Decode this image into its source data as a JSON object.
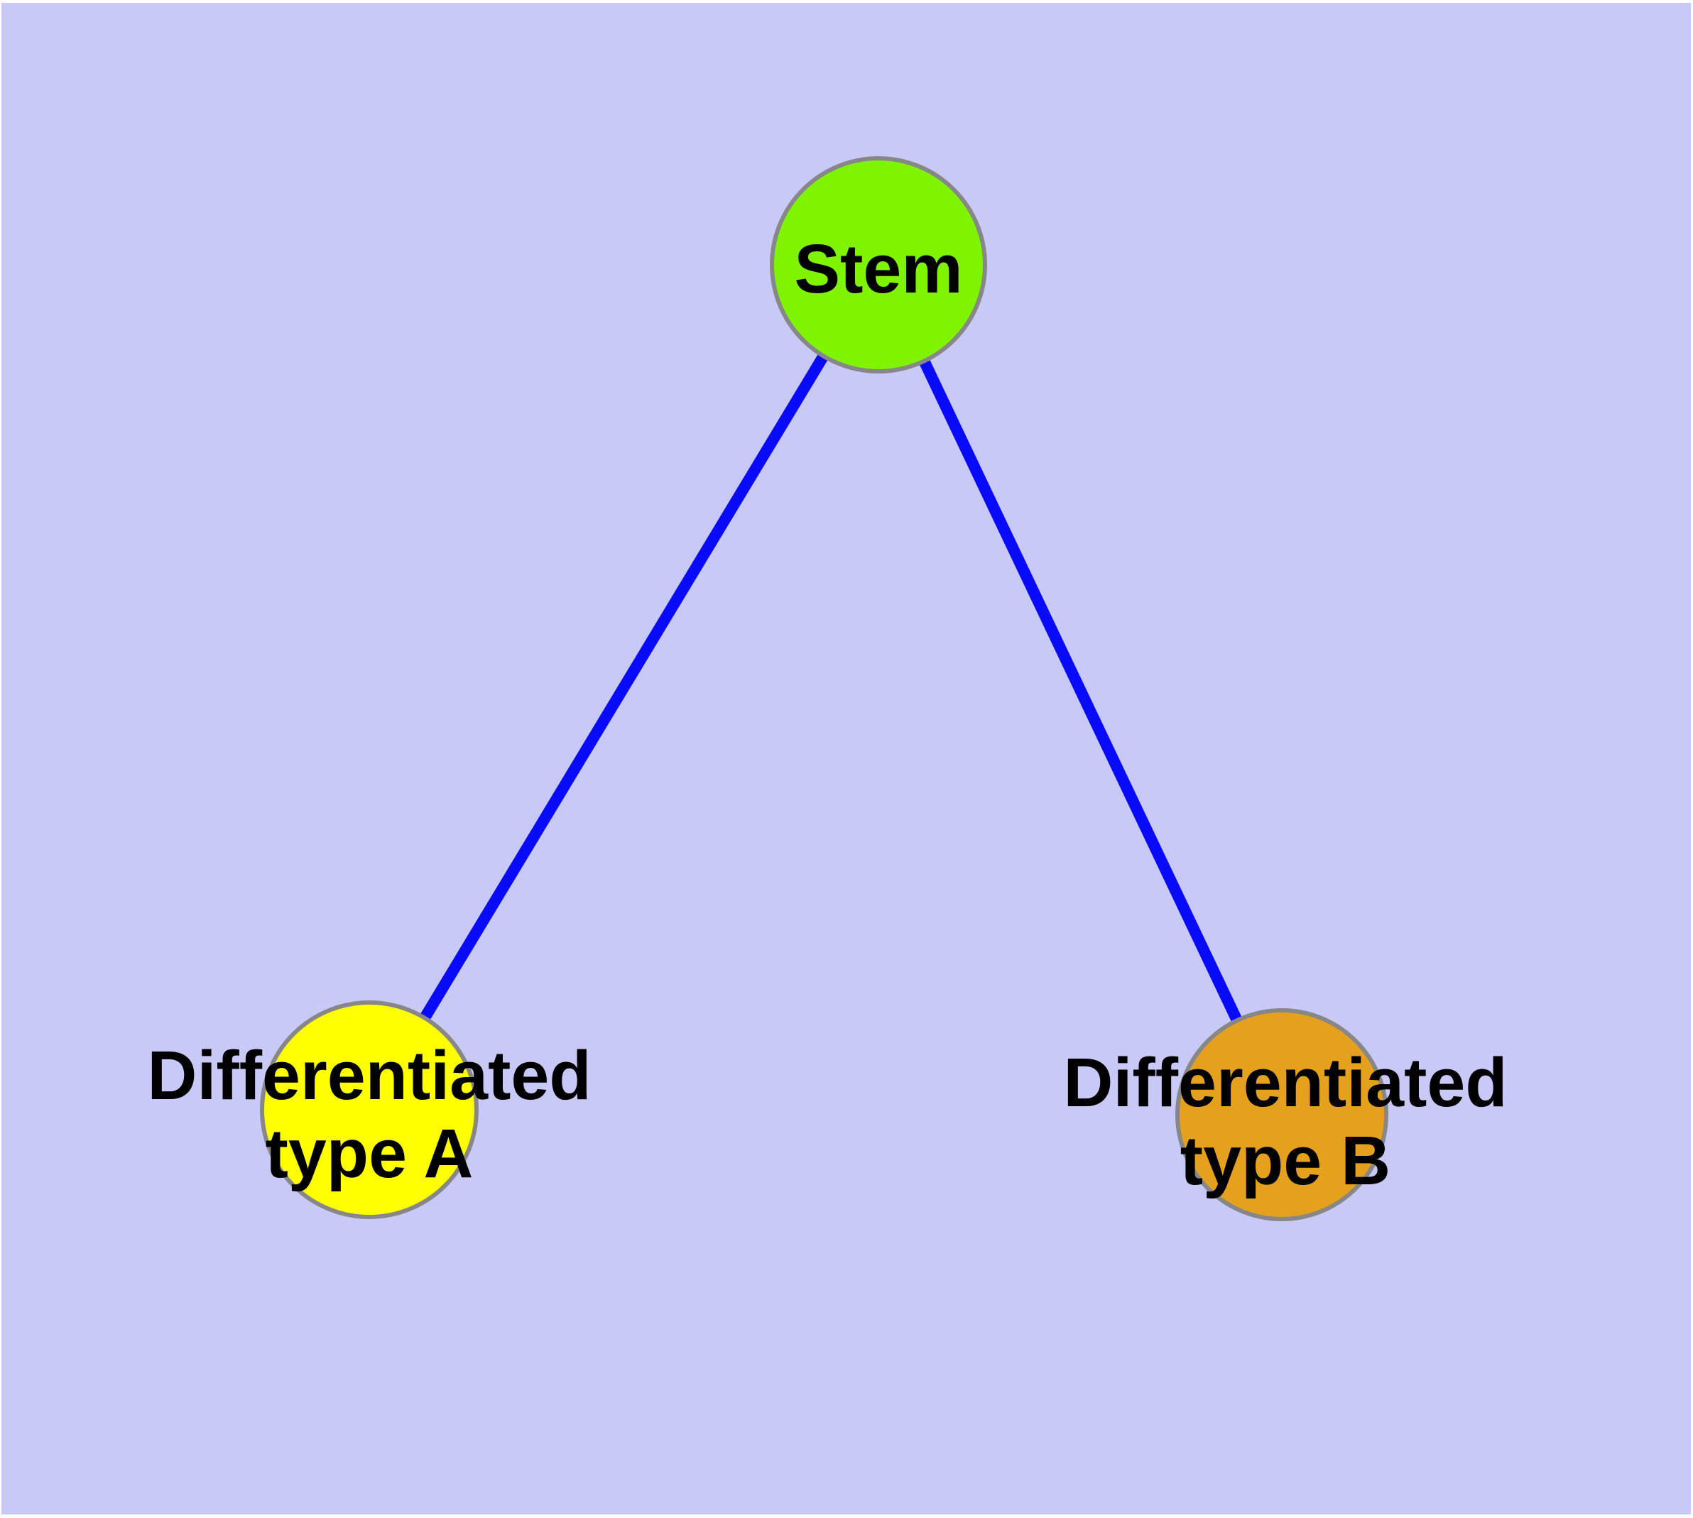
{
  "diagram": {
    "background_color": "#c9c9f8",
    "margin_color": "#ffffff",
    "node_border_color": "#878787",
    "edge_color": "#0a0afa",
    "label_color": "#000000",
    "nodes": [
      {
        "id": "stem",
        "line1": "Stem",
        "line2": "",
        "fill": "#7ef400"
      },
      {
        "id": "differentiated-type-a",
        "line1": "Differentiated",
        "line2": "type A",
        "fill": "#ffff00"
      },
      {
        "id": "differentiated-type-b",
        "line1": "Differentiated",
        "line2": "type B",
        "fill": "#e5a01e"
      }
    ],
    "edges": [
      {
        "from": "stem",
        "to": "differentiated-type-a"
      },
      {
        "from": "stem",
        "to": "differentiated-type-b"
      }
    ]
  }
}
